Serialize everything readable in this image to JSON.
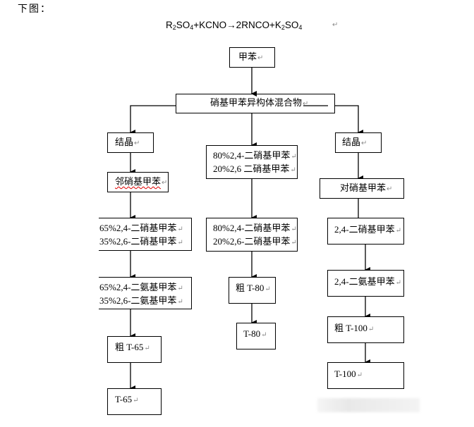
{
  "heading": "下图：",
  "equation": {
    "parts": [
      "R",
      "2",
      "SO",
      "4",
      "+KCNO→2RNCO+K",
      "2",
      "SO",
      "4"
    ],
    "return_mark": "↵"
  },
  "return_mark": "↵",
  "nodes": {
    "toluene": "甲苯",
    "nitrotoluene_mix": "硝基甲苯异构体混合物",
    "left_crystallize": "结晶",
    "o_nitrotoluene": "邻硝基甲苯",
    "left_dinitro": [
      "65%2,4-二硝基甲苯",
      "35%2,6-二硝基甲苯"
    ],
    "left_diamino": [
      "65%2,4-二氨基甲苯",
      "35%2,6-二氨基甲苯"
    ],
    "crude_t65": "粗 T-65",
    "t65": "T-65",
    "center_dinitro_1": [
      "80%2,4-二硝基甲苯",
      "20%2,6 二硝基甲苯"
    ],
    "center_dinitro_2": [
      "80%2,4-二硝基甲苯",
      "20%2,6-二硝基甲苯"
    ],
    "crude_t80": "粗 T-80",
    "t80": "T-80",
    "right_crystallize": "结晶",
    "p_nitrotoluene": "对硝基甲苯",
    "right_dinitro": "2,4-二硝基甲苯",
    "right_diamino": "2,4-二氨基甲苯",
    "crude_t100": "粗 T-100",
    "t100": "T-100"
  }
}
